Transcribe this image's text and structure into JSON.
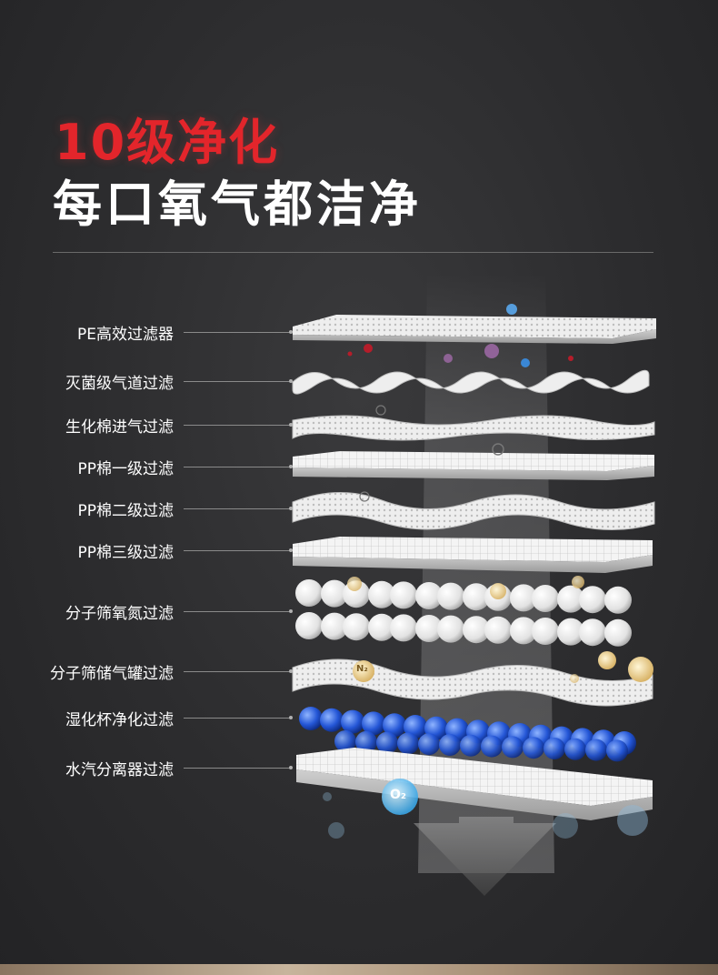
{
  "headline": {
    "line1": "10级净化",
    "line2": "每口氧气都洁净"
  },
  "layers": [
    {
      "label": "PE高效过滤器"
    },
    {
      "label": "灭菌级气道过滤"
    },
    {
      "label": "生化棉进气过滤"
    },
    {
      "label": "PP棉一级过滤"
    },
    {
      "label": "PP棉二级过滤"
    },
    {
      "label": "PP棉三级过滤"
    },
    {
      "label": "分子筛氧氮过滤"
    },
    {
      "label": "分子筛储气罐过滤"
    },
    {
      "label": "湿化杯净化过滤"
    },
    {
      "label": "水汽分离器过滤"
    }
  ],
  "badges": {
    "oxygen": "O₂",
    "nitrogen": "N₂"
  },
  "colors": {
    "accent_red": "#e3252b",
    "background": "#2c2c2e",
    "beads_blue": "#1d4fd1",
    "filter_white": "#f2f2f2"
  }
}
